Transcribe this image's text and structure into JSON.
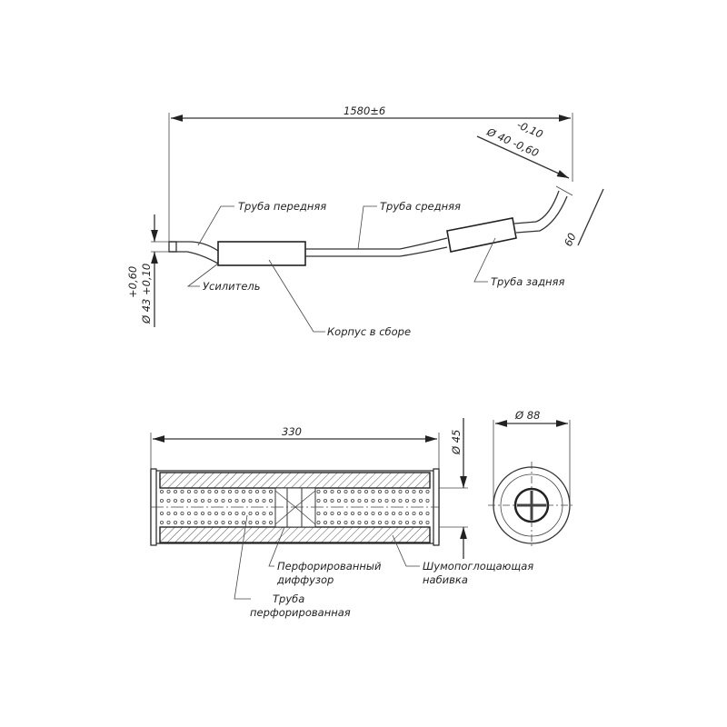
{
  "assembly": {
    "overall_length": "1580±6",
    "outlet_diameter": "Ø 40 -0,60",
    "outlet_tol_upper": "-0,10",
    "outlet_length": "60",
    "inlet_tol_upper": "+0,60",
    "inlet_diameter": "Ø 43 +0,10",
    "labels": {
      "front_pipe": "Труба передняя",
      "middle_pipe": "Труба средняя",
      "rear_pipe": "Труба задняя",
      "reinforcement": "Усилитель",
      "housing": "Корпус в сборе"
    }
  },
  "section": {
    "length": "330",
    "inner_diameter": "Ø 45",
    "outer_diameter": "Ø 88",
    "labels": {
      "diffuser_1": "Перфорированный",
      "diffuser_2": "диффузор",
      "packing_1": "Шумопоглощающая",
      "packing_2": "набивка",
      "perf_pipe_1": "Труба",
      "perf_pipe_2": "перфорированная"
    }
  }
}
